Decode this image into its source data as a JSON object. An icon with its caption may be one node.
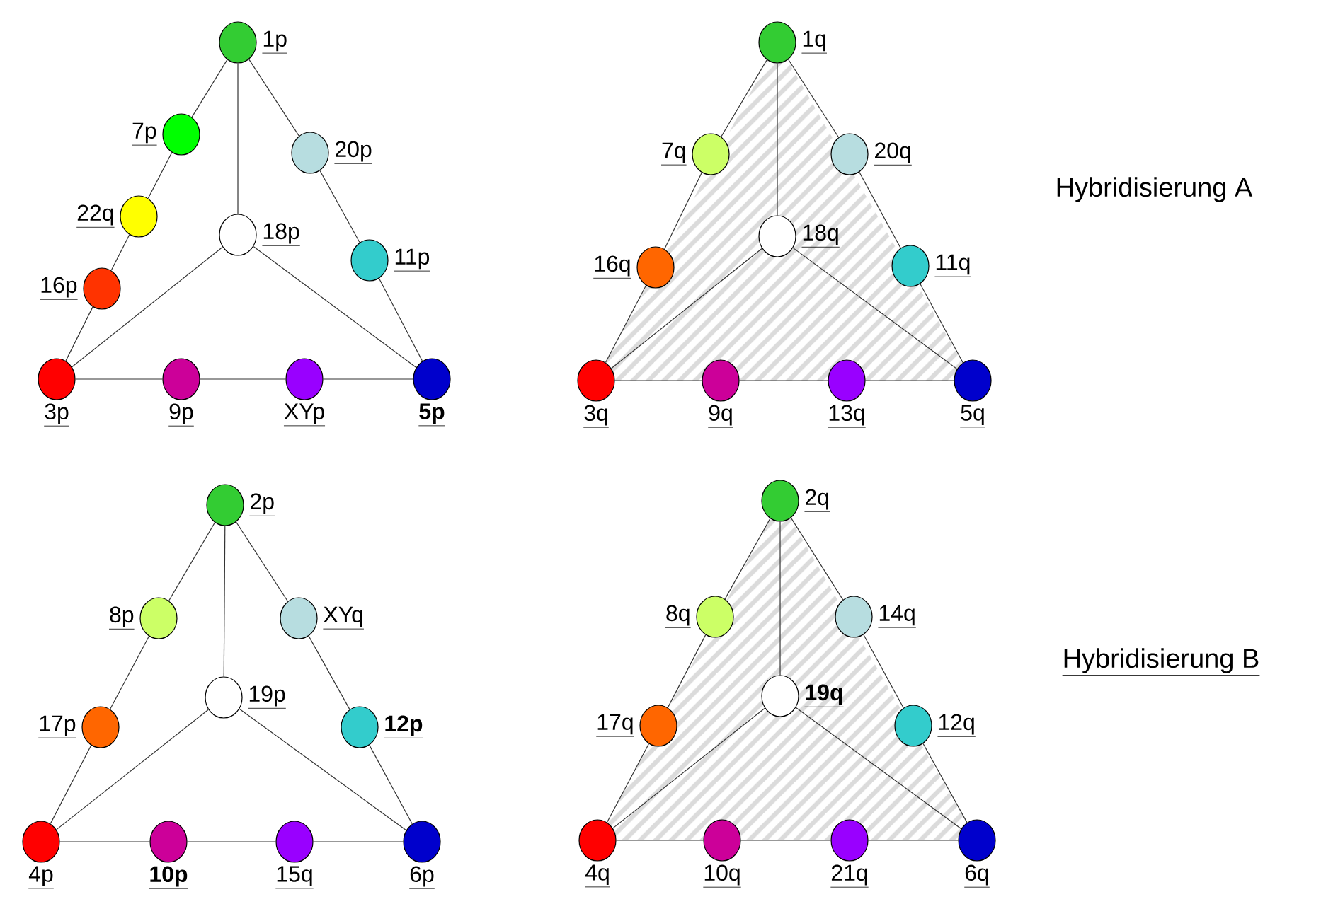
{
  "diagram": {
    "nodes": [
      {
        "text": [],
        "shape": "circle",
        "beside": [
          "1p"
        ]
      },
      {
        "text": [],
        "shape": "circle",
        "beside": [
          "7p"
        ]
      },
      {
        "text": [],
        "shape": "circle",
        "beside": [
          "22q"
        ]
      },
      {
        "text": [],
        "shape": "circle",
        "beside": [
          "16p"
        ]
      },
      {
        "text": [],
        "shape": "circle",
        "beside": [
          "20p"
        ]
      },
      {
        "text": [],
        "shape": "circle",
        "beside": [
          "11p"
        ]
      },
      {
        "text": [],
        "shape": "circle",
        "beside": [
          "18p"
        ]
      },
      {
        "text": [],
        "shape": "circle",
        "beside": [
          "3p"
        ]
      },
      {
        "text": [],
        "shape": "circle",
        "beside": [
          "9p"
        ]
      },
      {
        "text": [],
        "shape": "circle",
        "beside": [
          "XYp"
        ]
      },
      {
        "text": [],
        "shape": "circle",
        "beside": [
          "5p"
        ]
      },
      {
        "text": [],
        "shape": "circle",
        "beside": [
          "1q"
        ]
      },
      {
        "text": [],
        "shape": "circle",
        "beside": [
          "7q"
        ]
      },
      {
        "text": [],
        "shape": "circle",
        "beside": [
          "16q"
        ]
      },
      {
        "text": [],
        "shape": "circle",
        "beside": [
          "20q"
        ]
      },
      {
        "text": [],
        "shape": "circle",
        "beside": [
          "11q"
        ]
      },
      {
        "text": [],
        "shape": "circle",
        "beside": [
          "18q"
        ]
      },
      {
        "text": [],
        "shape": "circle",
        "beside": [
          "3q"
        ]
      },
      {
        "text": [],
        "shape": "circle",
        "beside": [
          "9q"
        ]
      },
      {
        "text": [],
        "shape": "circle",
        "beside": [
          "13q"
        ]
      },
      {
        "text": [],
        "shape": "circle",
        "beside": [
          "5q"
        ]
      },
      {
        "text": [],
        "shape": "circle",
        "beside": [
          "2p"
        ]
      },
      {
        "text": [],
        "shape": "circle",
        "beside": [
          "8p"
        ]
      },
      {
        "text": [],
        "shape": "circle",
        "beside": [
          "17p"
        ]
      },
      {
        "text": [],
        "shape": "circle",
        "beside": [
          "XYq"
        ]
      },
      {
        "text": [],
        "shape": "circle",
        "beside": [
          "12p"
        ]
      },
      {
        "text": [],
        "shape": "circle",
        "beside": [
          "19p"
        ]
      },
      {
        "text": [],
        "shape": "circle",
        "beside": [
          "4p"
        ]
      },
      {
        "text": [],
        "shape": "circle",
        "beside": [
          "10p"
        ]
      },
      {
        "text": [],
        "shape": "circle",
        "beside": [
          "15q"
        ]
      },
      {
        "text": [],
        "shape": "circle",
        "beside": [
          "6p"
        ]
      },
      {
        "text": [],
        "shape": "circle",
        "beside": [
          "2q"
        ]
      },
      {
        "text": [],
        "shape": "circle",
        "beside": [
          "8q"
        ]
      },
      {
        "text": [],
        "shape": "circle",
        "beside": [
          "17q"
        ]
      },
      {
        "text": [],
        "shape": "circle",
        "beside": [
          "14q"
        ]
      },
      {
        "text": [],
        "shape": "circle",
        "beside": [
          "12q"
        ]
      },
      {
        "text": [],
        "shape": "circle",
        "beside": [
          "19q"
        ]
      },
      {
        "text": [],
        "shape": "circle",
        "beside": [
          "4q"
        ]
      },
      {
        "text": [],
        "shape": "circle",
        "beside": [
          "10q"
        ]
      },
      {
        "text": [],
        "shape": "circle",
        "beside": [
          "21q"
        ]
      },
      {
        "text": [],
        "shape": "circle",
        "beside": [
          "6q"
        ]
      }
    ],
    "edges": [
      {
        "from": 0,
        "to": 1,
        "arrow": "none"
      },
      {
        "from": 1,
        "to": 2,
        "arrow": "none"
      },
      {
        "from": 2,
        "to": 3,
        "arrow": "none"
      },
      {
        "from": 3,
        "to": 7,
        "arrow": "none"
      },
      {
        "from": 0,
        "to": 4,
        "arrow": "none"
      },
      {
        "from": 4,
        "to": 5,
        "arrow": "none"
      },
      {
        "from": 5,
        "to": 10,
        "arrow": "none"
      },
      {
        "from": 7,
        "to": 8,
        "arrow": "none"
      },
      {
        "from": 8,
        "to": 9,
        "arrow": "none"
      },
      {
        "from": 9,
        "to": 10,
        "arrow": "none"
      },
      {
        "from": 0,
        "to": 6,
        "arrow": "none"
      },
      {
        "from": 6,
        "to": 7,
        "arrow": "none"
      },
      {
        "from": 6,
        "to": 10,
        "arrow": "none"
      },
      {
        "from": 11,
        "to": 12,
        "arrow": "none"
      },
      {
        "from": 12,
        "to": 13,
        "arrow": "none"
      },
      {
        "from": 13,
        "to": 17,
        "arrow": "none"
      },
      {
        "from": 11,
        "to": 14,
        "arrow": "none"
      },
      {
        "from": 14,
        "to": 15,
        "arrow": "none"
      },
      {
        "from": 15,
        "to": 20,
        "arrow": "none"
      },
      {
        "from": 17,
        "to": 18,
        "arrow": "none"
      },
      {
        "from": 18,
        "to": 19,
        "arrow": "none"
      },
      {
        "from": 19,
        "to": 20,
        "arrow": "none"
      },
      {
        "from": 11,
        "to": 16,
        "arrow": "none"
      },
      {
        "from": 16,
        "to": 17,
        "arrow": "none"
      },
      {
        "from": 16,
        "to": 20,
        "arrow": "none"
      },
      {
        "from": 21,
        "to": 22,
        "arrow": "none"
      },
      {
        "from": 22,
        "to": 23,
        "arrow": "none"
      },
      {
        "from": 23,
        "to": 27,
        "arrow": "none"
      },
      {
        "from": 21,
        "to": 24,
        "arrow": "none"
      },
      {
        "from": 24,
        "to": 25,
        "arrow": "none"
      },
      {
        "from": 25,
        "to": 30,
        "arrow": "none"
      },
      {
        "from": 27,
        "to": 28,
        "arrow": "none"
      },
      {
        "from": 28,
        "to": 29,
        "arrow": "none"
      },
      {
        "from": 29,
        "to": 30,
        "arrow": "none"
      },
      {
        "from": 21,
        "to": 26,
        "arrow": "none"
      },
      {
        "from": 26,
        "to": 27,
        "arrow": "none"
      },
      {
        "from": 26,
        "to": 30,
        "arrow": "none"
      },
      {
        "from": 31,
        "to": 32,
        "arrow": "none"
      },
      {
        "from": 32,
        "to": 33,
        "arrow": "none"
      },
      {
        "from": 33,
        "to": 37,
        "arrow": "none"
      },
      {
        "from": 31,
        "to": 34,
        "arrow": "none"
      },
      {
        "from": 34,
        "to": 35,
        "arrow": "none"
      },
      {
        "from": 35,
        "to": 40,
        "arrow": "none"
      },
      {
        "from": 37,
        "to": 38,
        "arrow": "none"
      },
      {
        "from": 38,
        "to": 39,
        "arrow": "none"
      },
      {
        "from": 39,
        "to": 40,
        "arrow": "none"
      },
      {
        "from": 31,
        "to": 36,
        "arrow": "none"
      },
      {
        "from": 36,
        "to": 37,
        "arrow": "none"
      },
      {
        "from": 36,
        "to": 40,
        "arrow": "none"
      }
    ],
    "labels": [
      "Hybridisierung A",
      "Hybridisierung B"
    ]
  }
}
